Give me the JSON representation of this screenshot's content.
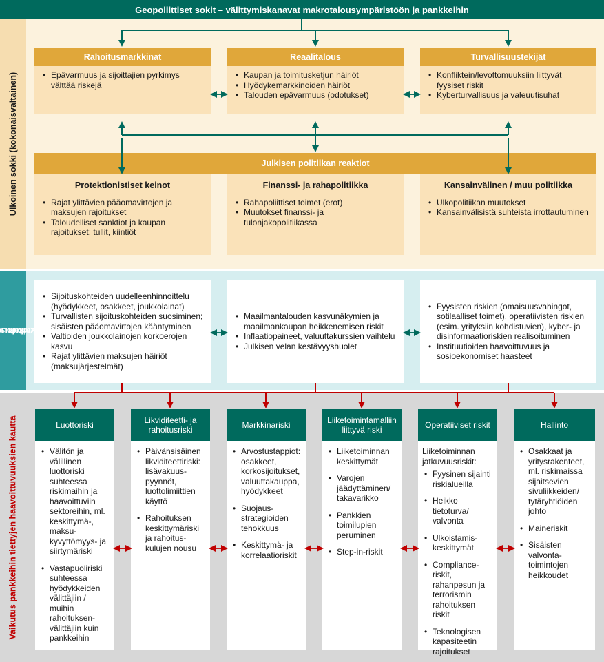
{
  "title": "Geopoliittiset sokit – välittymiskanavat makrotalousympäristöön ja pankkeihin",
  "side_labels": {
    "external_shock": "Ulkoinen sokki (kokonaisvaltainen)",
    "macro_effect_line1": "Makrotaloudellinen",
    "macro_effect_line2": "vaikutus",
    "bank_effect": "Vaikutus pankkeihin tiettyjen haavoittuvuuksien kautta"
  },
  "channels": [
    {
      "title": "Rahoitusmarkkinat",
      "items": [
        "Epävarmuus ja sijoittajien pyrkimys välttää riskejä"
      ]
    },
    {
      "title": "Reaalitalous",
      "items": [
        "Kaupan ja toimitusketjun häiriöt",
        "Hyödykemarkkinoiden häiriöt",
        "Talouden epävarmuus (odotukset)"
      ]
    },
    {
      "title": "Turvallisuustekijät",
      "items": [
        "Konfliktein/levottomuuksiin liittyvät fyysiset riskit",
        "Kyberturvallisuus ja valeuutisuhat"
      ]
    }
  ],
  "policy": {
    "title": "Julkisen politiikan reaktiot",
    "columns": [
      {
        "title": "Protektionistiset keinot",
        "items": [
          "Rajat ylittävien pääomavirtojen ja maksujen rajoitukset",
          "Taloudelliset sanktiot ja kaupan rajoitukset: tullit, kiintiöt"
        ]
      },
      {
        "title": "Finanssi- ja rahapolitiikka",
        "items": [
          "Rahapoliittiset toimet (erot)",
          "Muutokset finanssi- ja tulonjakopolitiikassa"
        ]
      },
      {
        "title": "Kansainvälinen / muu politiikka",
        "items": [
          "Ulkopolitiikan muutokset",
          "Kansainvälisistä suhteista irrottautuminen"
        ]
      }
    ]
  },
  "macro_effects": [
    {
      "items": [
        "Sijoituskohteiden uudelleenhinnoittelu (hyödykkeet, osakkeet, joukkolainat)",
        "Turvallisten sijoituskohteiden suosiminen; sisäisten pääomavirtojen kääntyminen",
        "Valtioiden joukkolainojen korkoerojen kasvu",
        "Rajat ylittävien maksujen häiriöt (maksujärjestelmät)"
      ]
    },
    {
      "items": [
        "Maailmantalouden kasvunäkymien ja maailmankaupan heikkenemisen riskit",
        "Inflaatiopaineet, valuuttakurssien vaihtelu",
        "Julkisen velan kestävyyshuolet"
      ]
    },
    {
      "items": [
        "Fyysisten riskien (omaisuusvahingot, sotilaalliset toimet), operatiivisten riskien (esim. yrityksiin kohdistuvien), kyber- ja disinformaatioriskien realisoituminen",
        "Instituutioiden haavoittuvuus ja sosioekonomiset haasteet"
      ]
    }
  ],
  "bank_risks": [
    {
      "title": "Luottoriski",
      "intro": "",
      "items": [
        "Välitön ja välillinen luottoriski suhteessa riskimaihin ja haavoittuviin sektoreihin, ml. keskittymä-, maksu-kyvyttömyys- ja siirtymäriski",
        "Vastapuoliriski suhteessa hyödykkeiden välittäjiin / muihin rahoituksen-välittäjiin kuin pankkeihin"
      ]
    },
    {
      "title": "Likviditeetti- ja rahoitusriski",
      "intro": "",
      "items": [
        "Päivänsisäinen likviditeettiriski: lisävakuus-pyynnöt, luottolimiittien käyttö",
        "Rahoituksen keskittymäriski ja rahoitus-kulujen nousu"
      ]
    },
    {
      "title": "Markkinariski",
      "intro": "",
      "items": [
        "Arvostustappiot: osakkeet, korkosijoitukset, valuuttakauppa, hyödykkeet",
        "Suojaus-strategioiden tehokkuus",
        "Keskittymä- ja korrelaatioriskit"
      ]
    },
    {
      "title": "Liiketoimintamalliin liittyvä riski",
      "intro": "",
      "items": [
        "Liiketoiminnan keskittymät",
        "Varojen jäädyttäminen/ takavarikko",
        "Pankkien toimilupien peruminen",
        "Step-in-riskit"
      ]
    },
    {
      "title": "Operatiiviset riskit",
      "intro": "Liiketoiminnan jatkuvuusriskit:",
      "items": [
        "Fyysinen sijainti riskialueilla",
        "Heikko tietoturva/ valvonta",
        "Ulkoistamis-keskittymät",
        "Compliance-riskit, rahanpesun ja terrorismin rahoituksen riskit",
        "Teknologisen kapasiteetin rajoitukset"
      ]
    },
    {
      "title": "Hallinto",
      "intro": "",
      "items": [
        "Osakkaat ja yritysrakenteet, ml. riskimaissa sijaitsevien sivuliikkeiden/ tytäryhtiöiden johto",
        "Maineriskit",
        "Sisäisten valvonta-toimintojen heikkoudet"
      ]
    }
  ],
  "colors": {
    "dark_teal": "#006a5d",
    "orange": "#e0a73a",
    "light_orange": "#fae2b9",
    "cream": "#fcf2dd",
    "light_teal": "#d6eef0",
    "side_teal": "#2f9c9f",
    "grey": "#d7d7d7",
    "red": "#c00000"
  }
}
